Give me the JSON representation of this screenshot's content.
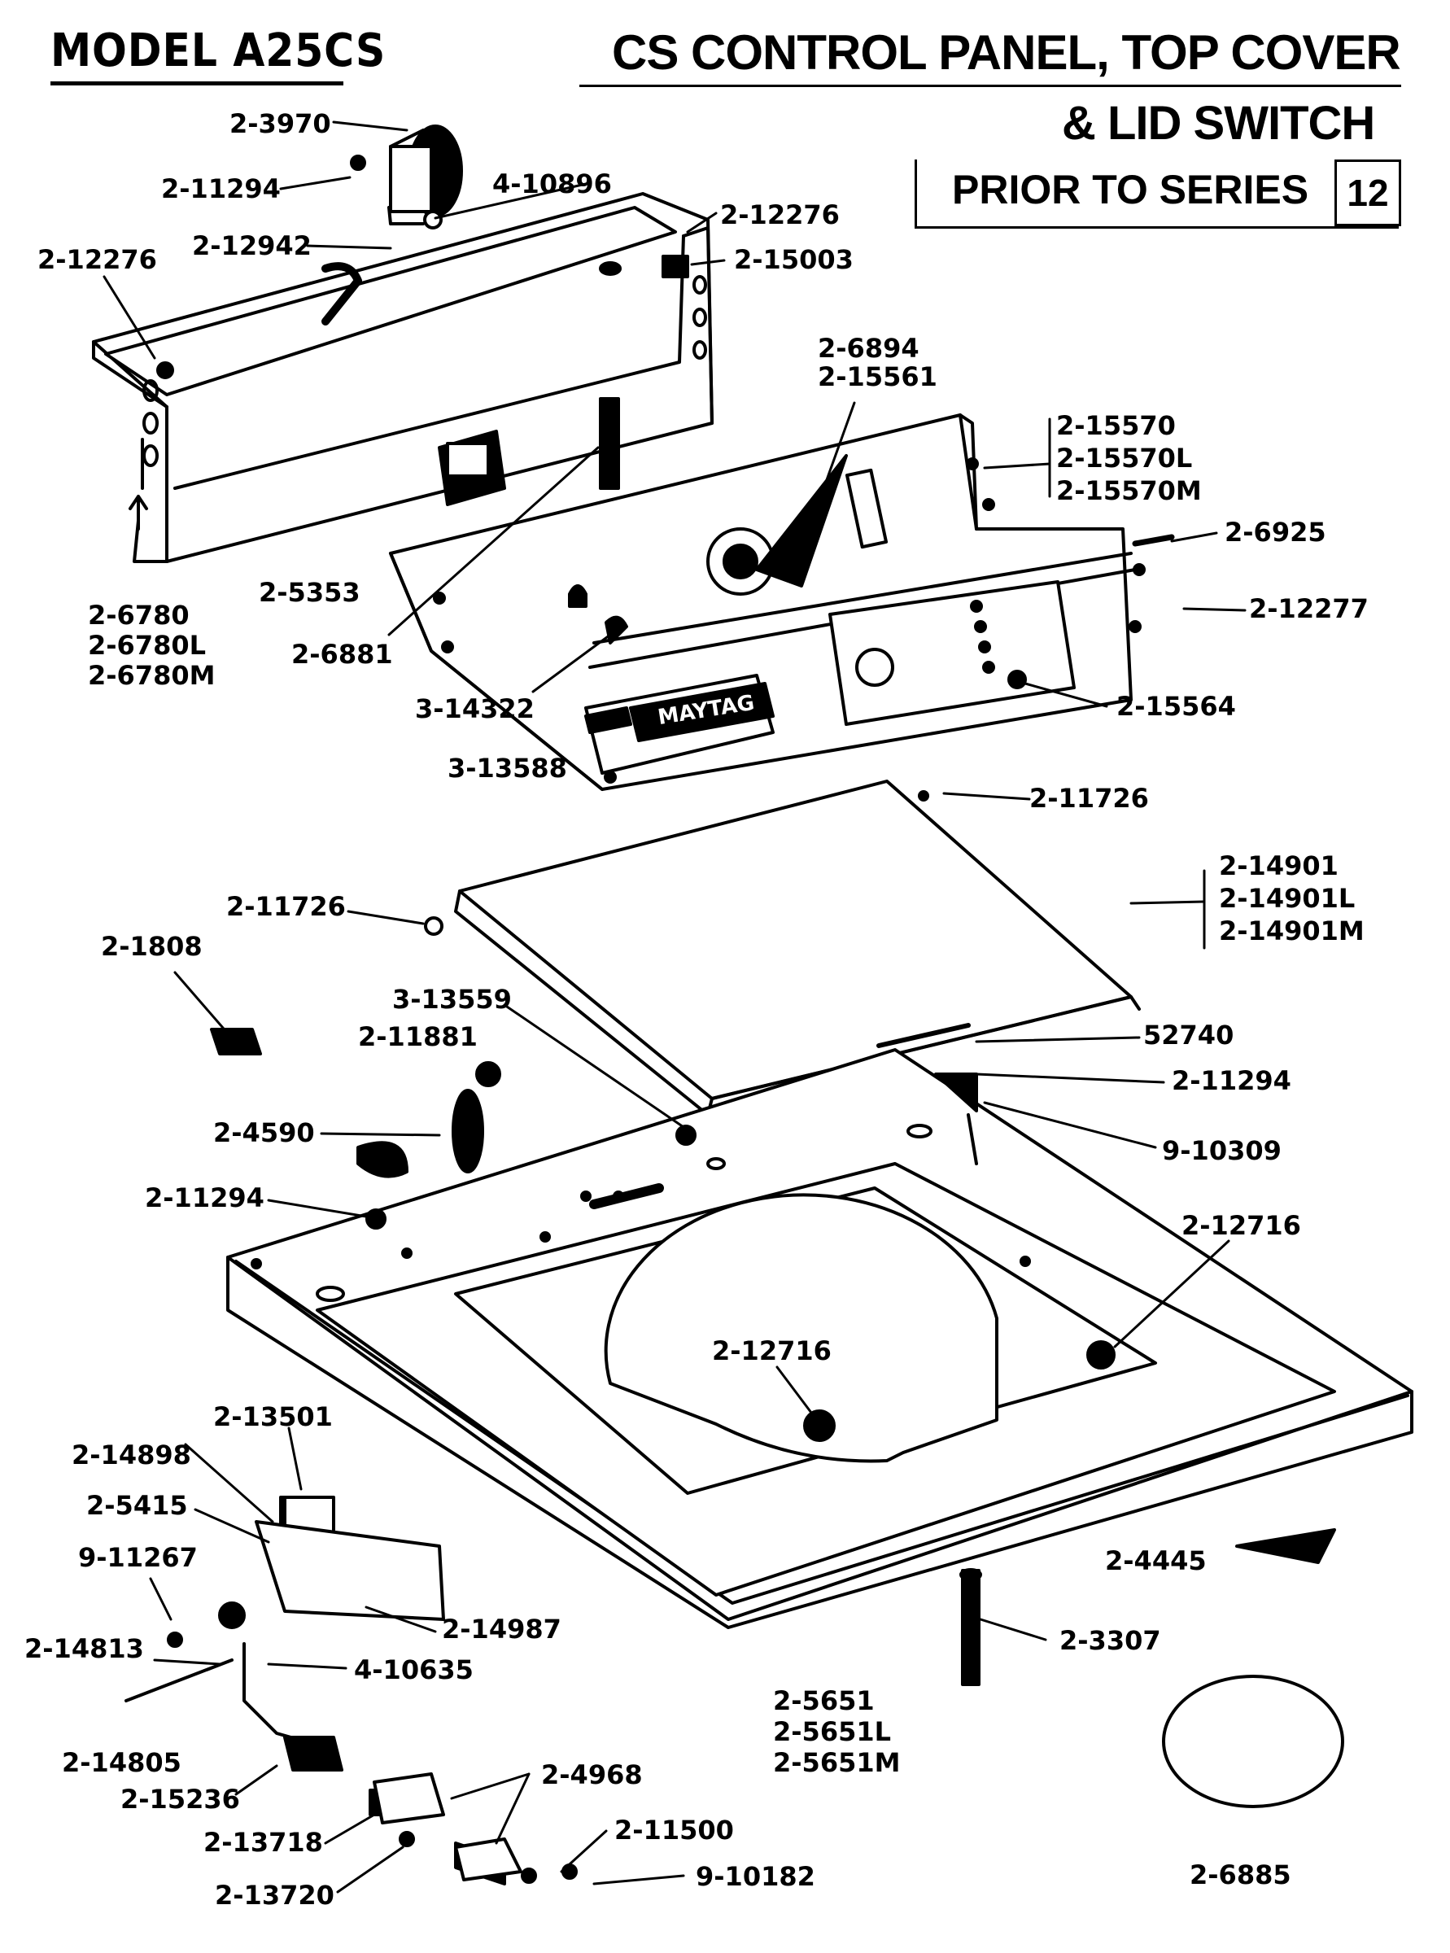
{
  "header": {
    "model": "MODEL A25CS",
    "title_line1": "CS CONTROL PANEL, TOP COVER",
    "title_line2": "& LID SWITCH",
    "series_label": "PRIOR TO SERIES",
    "series_number": "12"
  },
  "brand_plate": "MAYTAG",
  "part_labels": {
    "p_2_3970": "2-3970",
    "p_2_11294_a": "2-11294",
    "p_4_10896": "4-10896",
    "p_2_12276_a": "2-12276",
    "p_2_12942": "2-12942",
    "p_2_12276_b": "2-12276",
    "p_2_15003": "2-15003",
    "p_2_6894": "2-6894",
    "p_2_15561": "2-15561",
    "p_2_15570": "2-15570",
    "p_2_15570L": "2-15570L",
    "p_2_15570M": "2-15570M",
    "p_2_6925": "2-6925",
    "p_2_12277": "2-12277",
    "p_2_6780": "2-6780",
    "p_2_6780L": "2-6780L",
    "p_2_6780M": "2-6780M",
    "p_2_5353": "2-5353",
    "p_2_6881": "2-6881",
    "p_3_14322": "3-14322",
    "p_3_13588": "3-13588",
    "p_2_15564": "2-15564",
    "p_2_11726_a": "2-11726",
    "p_2_11726_b": "2-11726",
    "p_2_14901": "2-14901",
    "p_2_14901L": "2-14901L",
    "p_2_14901M": "2-14901M",
    "p_2_1808": "2-1808",
    "p_3_13559": "3-13559",
    "p_2_11881": "2-11881",
    "p_52740": "52740",
    "p_2_11294_b": "2-11294",
    "p_2_4590": "2-4590",
    "p_9_10309": "9-10309",
    "p_2_11294_c": "2-11294",
    "p_2_12716_a": "2-12716",
    "p_2_12716_b": "2-12716",
    "p_2_13501": "2-13501",
    "p_2_14898": "2-14898",
    "p_2_5415": "2-5415",
    "p_9_11267": "9-11267",
    "p_2_14987": "2-14987",
    "p_2_14813": "2-14813",
    "p_4_10635": "4-10635",
    "p_2_4445": "2-4445",
    "p_2_3307": "2-3307",
    "p_2_14805": "2-14805",
    "p_2_15236": "2-15236",
    "p_2_5651": "2-5651",
    "p_2_5651L": "2-5651L",
    "p_2_5651M": "2-5651M",
    "p_2_4968": "2-4968",
    "p_2_13718": "2-13718",
    "p_2_11500": "2-11500",
    "p_2_13720": "2-13720",
    "p_9_10182": "9-10182",
    "p_2_6885": "2-6885"
  }
}
